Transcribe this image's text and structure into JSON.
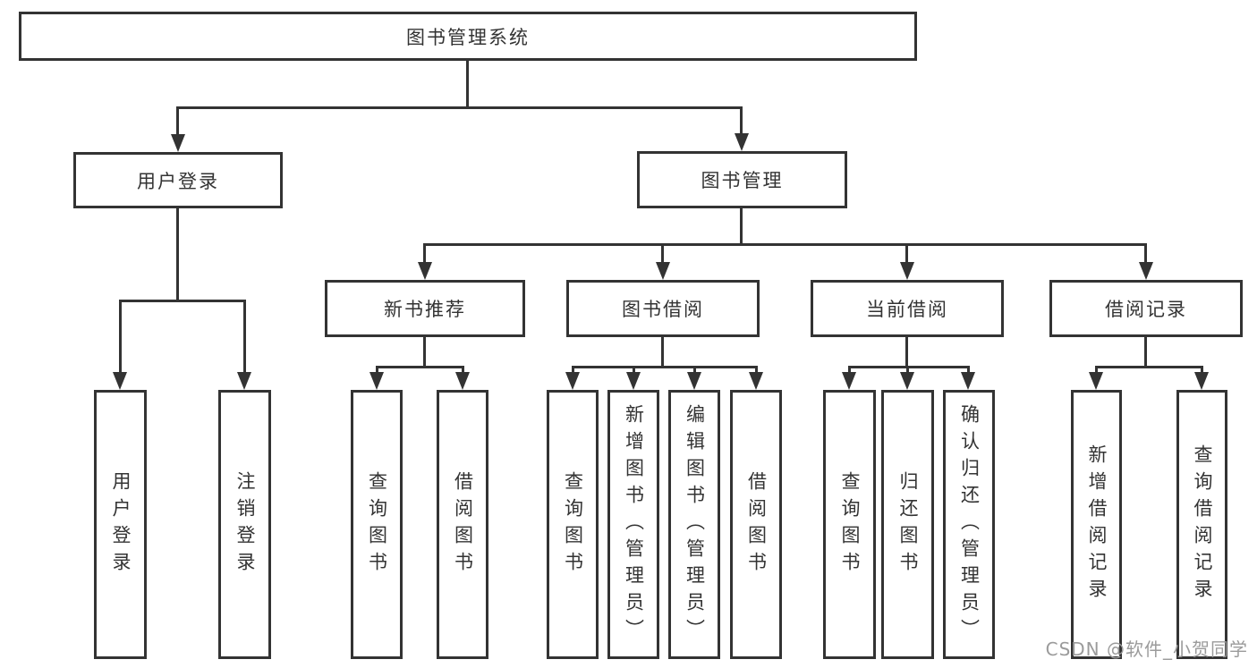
{
  "nodes": {
    "root": {
      "label": "图书管理系统"
    },
    "user_login": {
      "label": "用户登录",
      "children": [
        {
          "label": "用户登录"
        },
        {
          "label": "注销登录"
        }
      ]
    },
    "book_management": {
      "label": "图书管理",
      "children": [
        {
          "label": "新书推荐",
          "children": [
            {
              "label": "查询图书"
            },
            {
              "label": "借阅图书"
            }
          ]
        },
        {
          "label": "图书借阅",
          "children": [
            {
              "label": "查询图书"
            },
            {
              "label": "新增图书（管理员）"
            },
            {
              "label": "编辑图书（管理员）"
            },
            {
              "label": "借阅图书"
            }
          ]
        },
        {
          "label": "当前借阅",
          "children": [
            {
              "label": "查询图书"
            },
            {
              "label": "归还图书"
            },
            {
              "label": "确认归还（管理员）"
            }
          ]
        },
        {
          "label": "借阅记录",
          "children": [
            {
              "label": "新增借阅记录"
            },
            {
              "label": "查询借阅记录"
            }
          ]
        }
      ]
    }
  },
  "watermark": {
    "text": "CSDN @软件_小贺同学"
  },
  "colors": {
    "line": "#333333",
    "text": "#333333",
    "watermark": "#9b9b9b",
    "background": "#ffffff"
  }
}
